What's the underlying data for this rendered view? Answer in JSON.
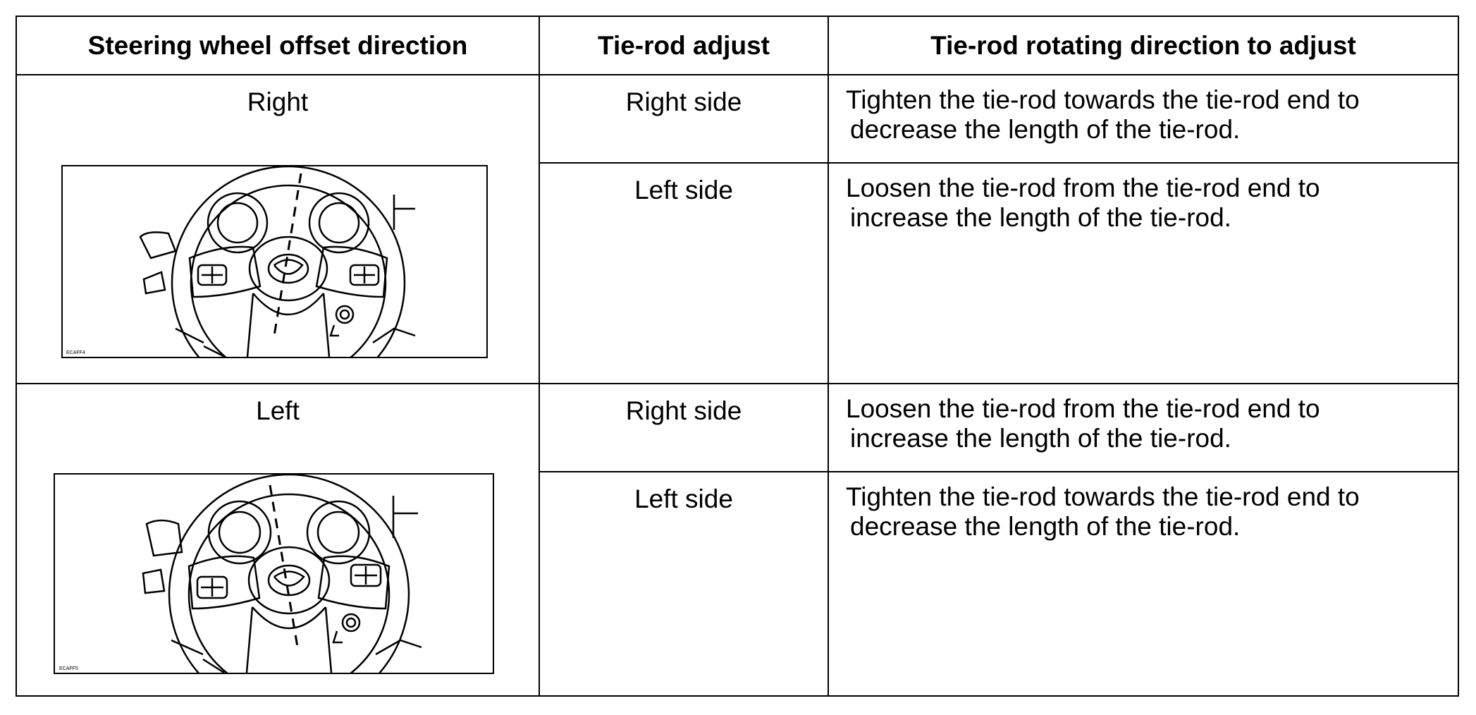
{
  "table": {
    "headers": {
      "col1": "Steering wheel offset direction",
      "col2": "Tie-rod adjust",
      "col3": "Tie-rod rotating direction to adjust"
    },
    "rows": [
      {
        "direction": "Right",
        "figure_code": "ECAFF4",
        "sub": [
          {
            "adjust": "Right side",
            "line1": "Tighten the tie-rod towards the tie-rod end to",
            "line2": "decrease the length of the tie-rod."
          },
          {
            "adjust": "Left side",
            "line1": "Loosen the tie-rod from the tie-rod end to",
            "line2": "increase the length of the tie-rod."
          }
        ]
      },
      {
        "direction": "Left",
        "figure_code": "ECAFF5",
        "sub": [
          {
            "adjust": "Right side",
            "line1": "Loosen the tie-rod from the tie-rod end to",
            "line2": "increase the length of the tie-rod."
          },
          {
            "adjust": "Left side",
            "line1": "Tighten the tie-rod towards the tie-rod end to",
            "line2": "decrease the length of the tie-rod."
          }
        ]
      }
    ]
  }
}
